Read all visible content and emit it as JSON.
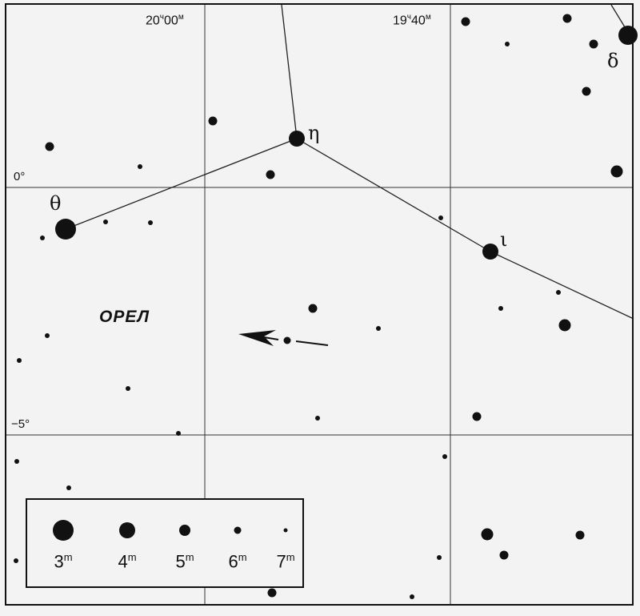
{
  "map": {
    "ra_labels": [
      {
        "main": "20",
        "sup1": "ч",
        "mid": "00",
        "sup2": "м"
      },
      {
        "main": "19",
        "sup1": "ч",
        "mid": "40",
        "sup2": "м"
      }
    ],
    "dec_labels": [
      "0°",
      "−5°"
    ],
    "constellation_label": "ОРЕЛ",
    "star_names": {
      "eta": "η",
      "theta": "θ",
      "iota": "ι",
      "delta": "δ"
    }
  },
  "legend": {
    "items": [
      {
        "label": "3",
        "sup": "m"
      },
      {
        "label": "4",
        "sup": "m"
      },
      {
        "label": "5",
        "sup": "m"
      },
      {
        "label": "6",
        "sup": "m"
      },
      {
        "label": "7",
        "sup": "m"
      }
    ]
  },
  "colors": {
    "ink": "#111111",
    "paper": "#f3f3f3"
  }
}
